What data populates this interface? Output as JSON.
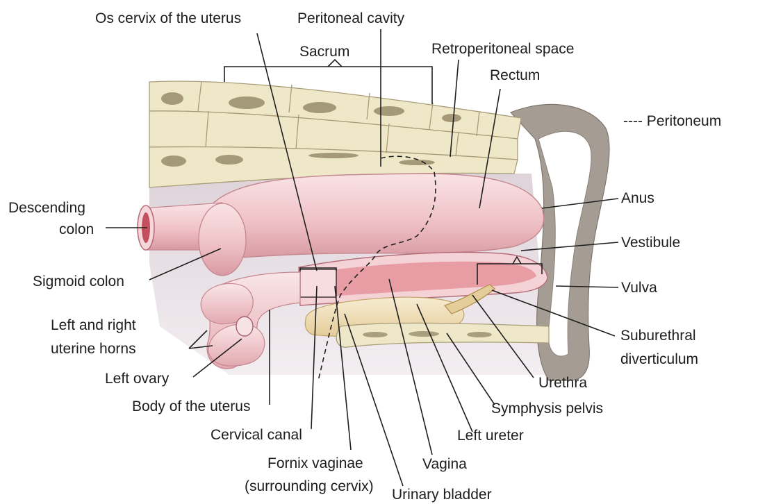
{
  "labels": {
    "os_cervix": "Os cervix of the uterus",
    "peritoneal_cavity": "Peritoneal cavity",
    "sacrum": "Sacrum",
    "retroperitoneal_space": "Retroperitoneal space",
    "rectum": "Rectum",
    "peritoneum": "---- Peritoneum",
    "descending_colon_1": "Descending",
    "descending_colon_2": "colon",
    "anus": "Anus",
    "vestibule": "Vestibule",
    "sigmoid_colon": "Sigmoid colon",
    "vulva": "Vulva",
    "uterine_horns_1": "Left and right",
    "uterine_horns_2": "uterine horns",
    "suburethral_1": "Suburethral",
    "suburethral_2": "diverticulum",
    "left_ovary": "Left ovary",
    "urethra": "Urethra",
    "body_uterus": "Body of the uterus",
    "symphysis": "Symphysis pelvis",
    "cervical_canal": "Cervical canal",
    "left_ureter": "Left ureter",
    "fornix_1": "Fornix vaginae",
    "fornix_2": "(surrounding cervix)",
    "vagina": "Vagina",
    "urinary_bladder": "Urinary bladder"
  },
  "colors": {
    "bone": "#efe8c8",
    "bone_texture": "#8c7f5e",
    "bone_edge": "#a89c78",
    "cavity": "#e9e2e6",
    "tissue_wall": "#a59d94",
    "gut_pink": "#f1c4c8",
    "gut_shadow": "#d99aa2",
    "mucosa": "#e2848f",
    "bladder": "#f2dfb8",
    "leader_line": "#1f1f1f"
  }
}
